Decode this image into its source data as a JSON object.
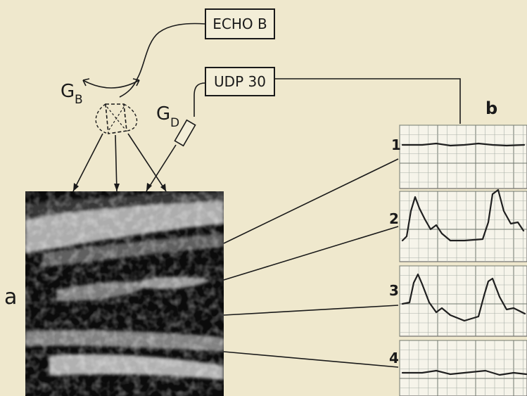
{
  "boxes": {
    "echo": "ECHO B",
    "udp": "UDP 30"
  },
  "probes": {
    "gb_main": "G",
    "gb_sub": "B",
    "gd_main": "G",
    "gd_sub": "D"
  },
  "panels": {
    "a": "a",
    "b": "b"
  },
  "traces": [
    {
      "number": "1"
    },
    {
      "number": "2"
    },
    {
      "number": "3"
    },
    {
      "number": "4"
    }
  ],
  "colors": {
    "background": "#efe8cd",
    "ink": "#1a1a1a",
    "grid": "#70776f"
  }
}
